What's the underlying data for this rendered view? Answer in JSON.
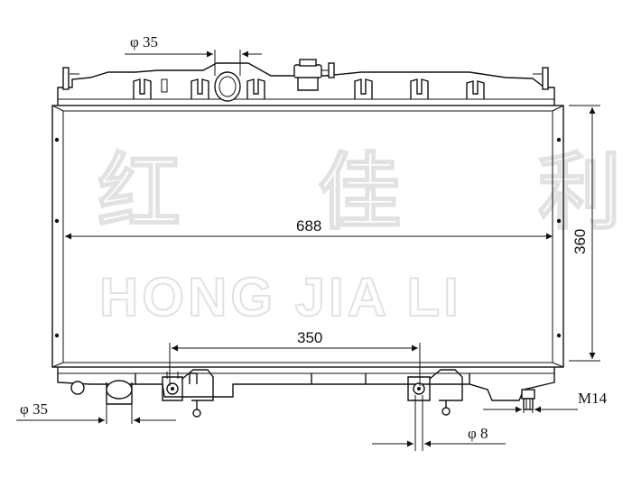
{
  "drawing": {
    "watermark": {
      "chinese": "红 佳 利",
      "english": "HONG JIA LI"
    },
    "dimensions": {
      "core_width": "688",
      "core_height": "360",
      "pipe_spacing": "350",
      "upper_pipe": "φ 35",
      "lower_pipe": "φ 35",
      "bolt_diameter": "φ 8",
      "thread": "M14"
    },
    "colors": {
      "line": "#111111",
      "watermark_outline": "#e2e2e2",
      "background": "#ffffff"
    }
  }
}
